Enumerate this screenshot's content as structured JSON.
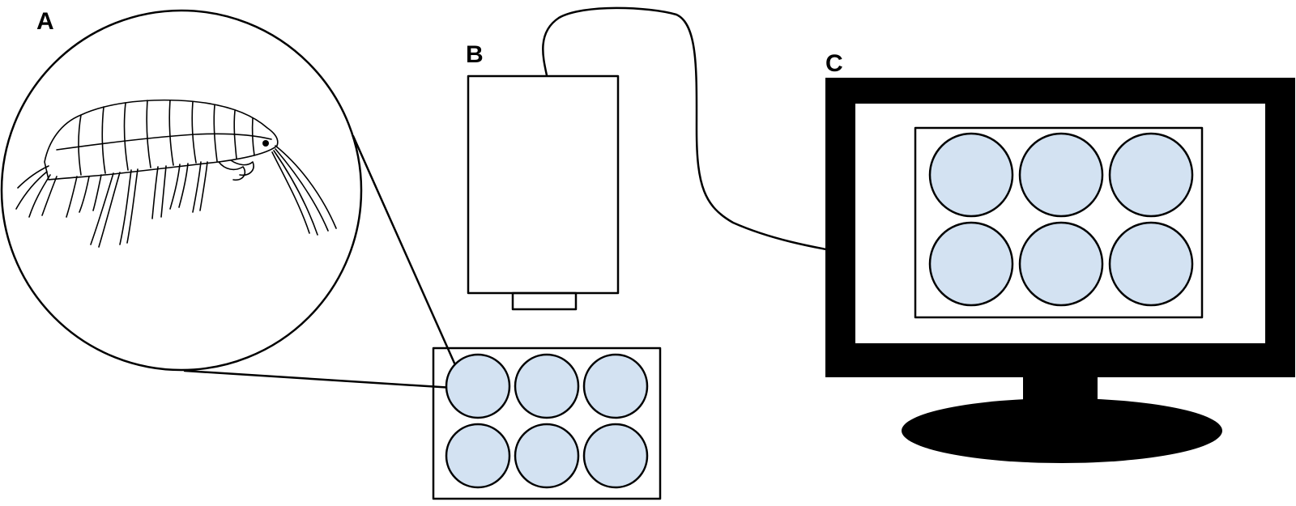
{
  "labels": {
    "panel_a": "A",
    "panel_b": "B",
    "panel_c": "C"
  },
  "colors": {
    "well_fill": "#d3e2f2",
    "stroke": "#000000",
    "monitor_frame": "#000000",
    "background": "#ffffff"
  },
  "wells": {
    "rows": 2,
    "columns": 3
  },
  "icons": {
    "specimen": "amphipod-icon",
    "camera": "camera-icon",
    "monitor": "monitor-icon",
    "plate": "six-well-plate-icon"
  }
}
